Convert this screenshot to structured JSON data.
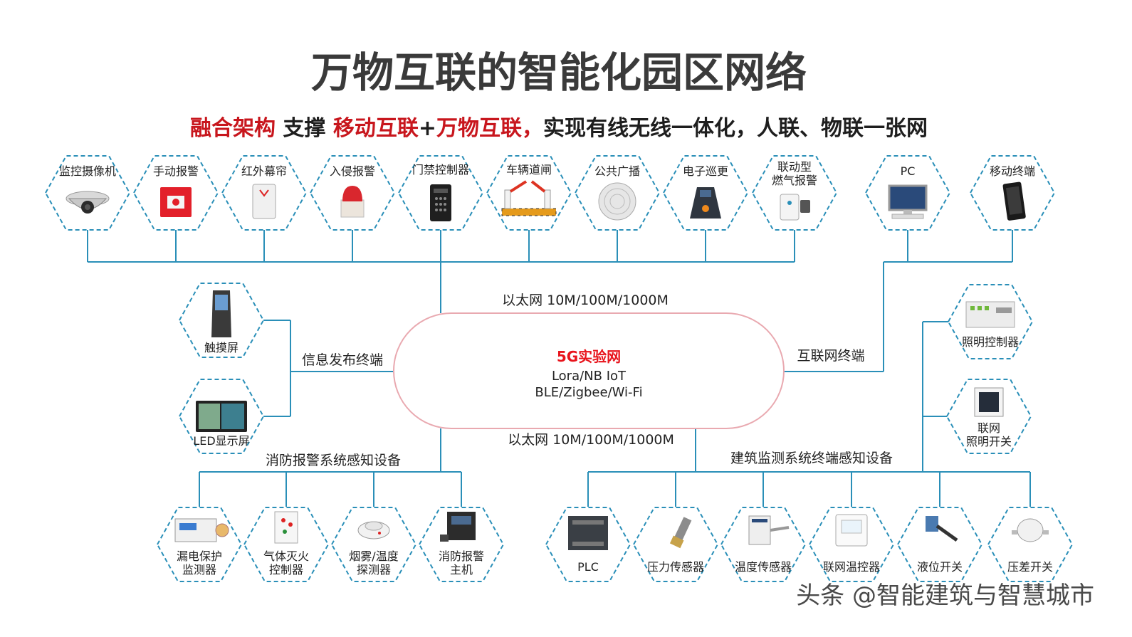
{
  "title": "万物互联的智能化园区网络",
  "subtitle": {
    "part1": "融合架构",
    "part2": " 支撑 ",
    "part3": "移动互联",
    "part4": "+",
    "part5": "万物互联，",
    "part6": "实现有线无线一体化，人联、物联一张网"
  },
  "core": {
    "title": "5G实验网",
    "line1": "Lora/NB IoT",
    "line2": "BLE/Zigbee/Wi-Fi"
  },
  "bus_labels": {
    "ethernet_top": "以太网  10M/100M/1000M",
    "ethernet_bottom": "以太网  10M/100M/1000M",
    "info_terminal": "信息发布终端",
    "internet_terminal": "互联网终端",
    "fire_devices": "消防报警系统感知设备",
    "building_devices": "建筑监测系统终端感知设备"
  },
  "top_devices": [
    {
      "label": "监控摄像机",
      "icon": "camera-icon"
    },
    {
      "label": "手动报警",
      "icon": "alarm-button-icon"
    },
    {
      "label": "红外幕帘",
      "icon": "infrared-sensor-icon"
    },
    {
      "label": "入侵报警",
      "icon": "siren-icon"
    },
    {
      "label": "门禁控制器",
      "icon": "keypad-icon"
    },
    {
      "label": "车辆道闸",
      "icon": "barrier-gate-icon"
    },
    {
      "label": "公共广播",
      "icon": "speaker-icon"
    },
    {
      "label": "电子巡更",
      "icon": "patrol-reader-icon"
    },
    {
      "label": "联动型",
      "label2": "燃气报警",
      "icon": "gas-alarm-icon"
    },
    {
      "label": "PC",
      "icon": "pc-icon"
    },
    {
      "label": "移动终端",
      "icon": "mobile-phone-icon"
    }
  ],
  "left_devices": [
    {
      "label": "触摸屏",
      "icon": "kiosk-icon"
    },
    {
      "label": "LED显示屏",
      "icon": "led-screen-icon"
    }
  ],
  "right_devices": [
    {
      "label": "照明控制器",
      "icon": "lighting-controller-icon"
    },
    {
      "label": "联网",
      "label2": "照明开关",
      "icon": "light-switch-icon"
    }
  ],
  "fire_devices": [
    {
      "label": "漏电保护",
      "label2": "监测器",
      "icon": "leakage-monitor-icon"
    },
    {
      "label": "气体灭火",
      "label2": "控制器",
      "icon": "gas-extinguisher-icon"
    },
    {
      "label": "烟雾/温度",
      "label2": "探测器",
      "icon": "smoke-detector-icon"
    },
    {
      "label": "消防报警",
      "label2": "主机",
      "icon": "fire-host-icon"
    }
  ],
  "building_devices": [
    {
      "label": "PLC",
      "icon": "plc-icon"
    },
    {
      "label": "压力传感器",
      "icon": "pressure-sensor-icon"
    },
    {
      "label": "温度传感器",
      "icon": "temperature-sensor-icon"
    },
    {
      "label": "联网温控器",
      "icon": "thermostat-icon"
    },
    {
      "label": "液位开关",
      "icon": "level-switch-icon"
    },
    {
      "label": "压差开关",
      "icon": "pressure-diff-switch-icon"
    }
  ],
  "watermark": "头条 @智能建筑与智慧城市",
  "colors": {
    "accent_red": "#c8161d",
    "line_blue": "#2a8fb8",
    "core_border": "#e9a9b0"
  }
}
